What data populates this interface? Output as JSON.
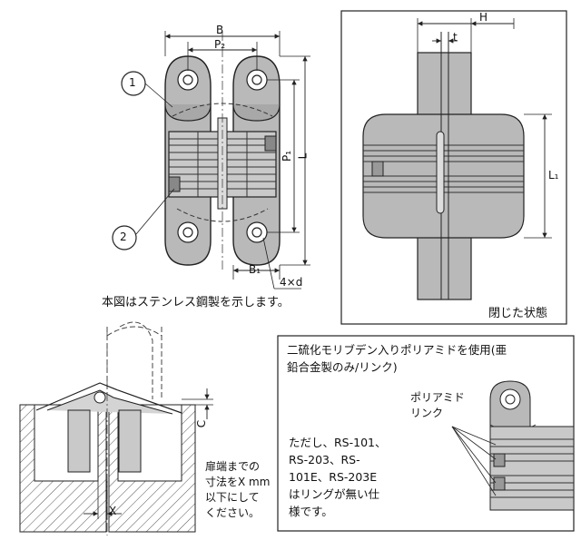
{
  "dimension_labels": {
    "B": "B",
    "P2": "P₂",
    "P1": "P₁",
    "L": "L",
    "B1": "B₁",
    "hole": "4×d",
    "H": "H",
    "t": "t",
    "L1": "L₁",
    "C": "C",
    "X": "X"
  },
  "callouts": {
    "one": "1",
    "two": "2"
  },
  "captions": {
    "stainless_note": "本図はステンレス鋼製を示します。",
    "closed_state": "閉じた状態",
    "door_edge_lines": [
      "扉端までの",
      "寸法をX mm",
      "以下にして",
      "ください。"
    ],
    "ring_box_title_lines": [
      "二硫化モリブデン入りポリアミドを使用(亜",
      "鉛合金製のみ/リンク)"
    ],
    "ring_label_lines": [
      "ポリアミド",
      "リンク"
    ],
    "ring_note_lines": [
      "ただし、RS-101、",
      "RS-203、RS-",
      "101E、RS-203E",
      "はリングが無い仕",
      "様です。"
    ]
  }
}
